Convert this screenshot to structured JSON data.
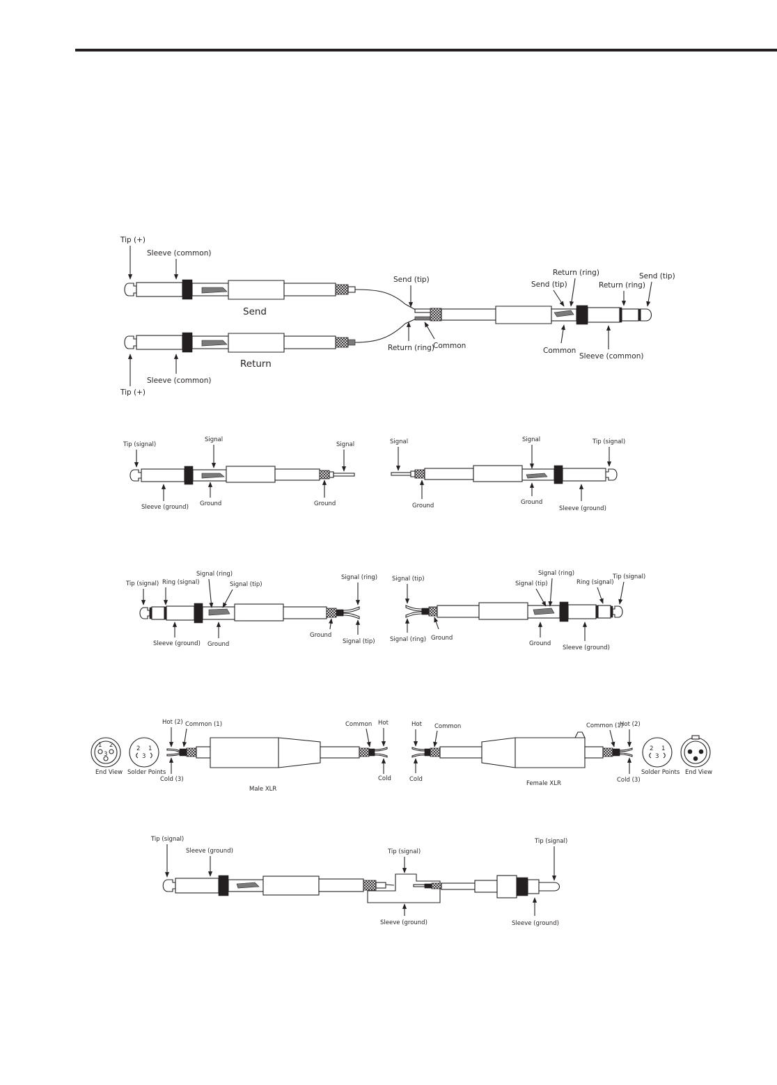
{
  "insert_cable": {
    "plug_send": {
      "tip": "Tip (+)",
      "sleeve": "Sleeve (common)",
      "name": "Send"
    },
    "plug_return": {
      "tip": "Tip (+)",
      "sleeve": "Sleeve (common)",
      "name": "Return"
    },
    "split": {
      "send_tip": "Send (tip)",
      "return_ring": "Return (ring)",
      "common": "Common"
    },
    "trs_plug": {
      "return_ring_a": "Return (ring)",
      "send_tip_a": "Send (tip)",
      "return_ring_b": "Return (ring)",
      "send_tip_b": "Send (tip)",
      "common": "Common",
      "sleeve": "Sleeve (common)"
    }
  },
  "ts_cable": {
    "left": {
      "tip": "Tip (signal)",
      "signal_a": "Signal",
      "signal_b": "Signal",
      "sleeve": "Sleeve (ground)",
      "ground_a": "Ground",
      "ground_b": "Ground"
    },
    "right": {
      "signal_a": "Signal",
      "signal_b": "Signal",
      "tip": "Tip (signal)",
      "ground_a": "Ground",
      "ground_b": "Ground",
      "sleeve": "Sleeve (ground)"
    }
  },
  "trs_cable": {
    "left": {
      "tip": "Tip (signal)",
      "ring": "Ring (signal)",
      "signal_ring": "Signal (ring)",
      "signal_tip": "Signal (tip)",
      "signal_ring_end": "Signal (ring)",
      "sleeve": "Sleeve (ground)",
      "ground": "Ground",
      "ground_end": "Ground",
      "signal_tip_end": "Signal (tip)"
    },
    "right": {
      "signal_tip_end": "Signal (tip)",
      "signal_ring_end": "Signal (ring)",
      "ground_end": "Ground",
      "signal_ring": "Signal (ring)",
      "signal_tip": "Signal (tip)",
      "ring": "Ring (signal)",
      "tip": "Tip (signal)",
      "ground": "Ground",
      "sleeve": "Sleeve (ground)"
    }
  },
  "xlr_cable": {
    "male": {
      "hot": "Hot (2)",
      "common": "Common (1)",
      "cold": "Cold (3)",
      "end_view": "End View",
      "solder_points": "Solder Points",
      "common_end": "Common",
      "hot_end": "Hot",
      "cold_end": "Cold",
      "name": "Male XLR"
    },
    "female": {
      "hot_end": "Hot",
      "common_end": "Common",
      "cold_end": "Cold",
      "common": "Common (1)",
      "hot": "Hot (2)",
      "cold": "Cold (3)",
      "solder_points": "Solder Points",
      "end_view": "End View",
      "name": "Female XLR"
    },
    "pins": {
      "p1": "1",
      "p2": "2",
      "p3": "3"
    }
  },
  "rca_cable": {
    "tip": "Tip (signal)",
    "sleeve": "Sleeve (ground)",
    "mid_tip": "Tip (signal)",
    "mid_sleeve": "Sleeve (ground)",
    "rca_tip": "Tip (signal)",
    "rca_sleeve": "Sleeve (ground)"
  }
}
